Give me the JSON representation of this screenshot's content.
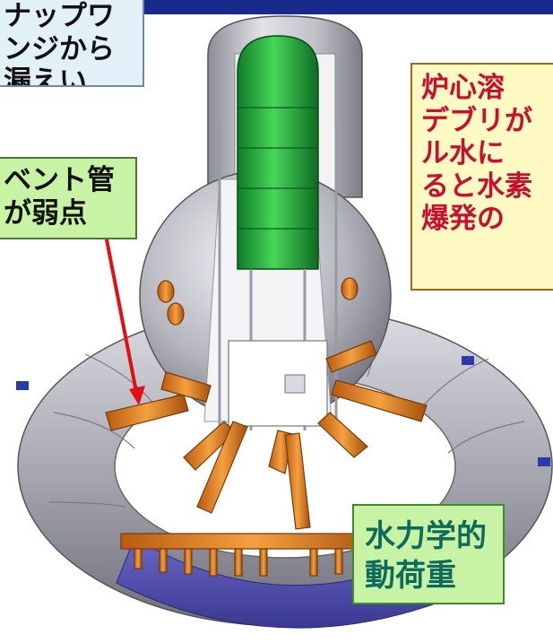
{
  "labels": {
    "flange": [
      "ナップワ",
      "ンジから",
      "漏えい"
    ],
    "vent": [
      "ベント管",
      "が弱点"
    ],
    "core": [
      "炉心溶",
      "デブリが",
      "ル水に",
      "ると水素",
      "爆発の"
    ],
    "hydro": [
      "水力学的",
      "動荷重"
    ]
  },
  "colors": {
    "top_bar": "#1a2a8a",
    "core_text": "#c8102e",
    "hydro_text": "#0d6a5c",
    "arrow": "#e01010",
    "pipes": "#e8821e",
    "vessel": "#2fae3a"
  }
}
